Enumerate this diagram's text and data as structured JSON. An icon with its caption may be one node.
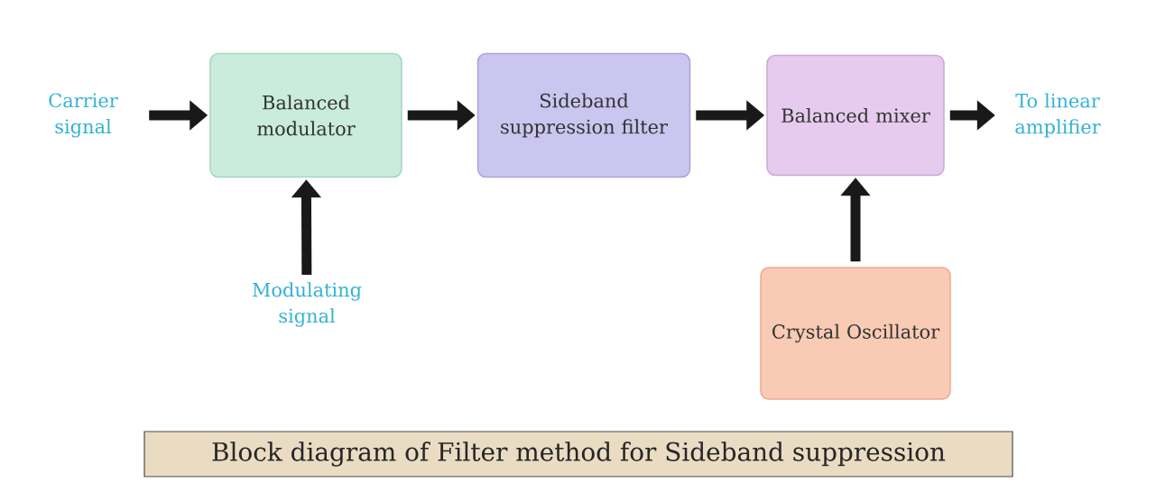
{
  "diagram": {
    "caption": "Block diagram of  Filter method for Sideband suppression",
    "nodes": [
      {
        "text": [
          "Carrier signal"
        ]
      },
      {
        "text": [
          "Balanced modulator"
        ]
      },
      {
        "text": [
          "Sideband suppression filter"
        ]
      },
      {
        "text": [
          "Balanced mixer"
        ]
      },
      {
        "text": [
          "To linear amplifier"
        ]
      },
      {
        "text": [
          "Modulating signal"
        ]
      },
      {
        "text": [
          "Crystal Oscillator"
        ]
      }
    ],
    "edges": [
      {
        "from": 0,
        "to": 1,
        "arrow": "to"
      },
      {
        "from": 1,
        "to": 2,
        "arrow": "to"
      },
      {
        "from": 2,
        "to": 3,
        "arrow": "to"
      },
      {
        "from": 3,
        "to": 4,
        "arrow": "to"
      },
      {
        "from": 5,
        "to": 1,
        "arrow": "to"
      },
      {
        "from": 6,
        "to": 3,
        "arrow": "to"
      }
    ]
  }
}
